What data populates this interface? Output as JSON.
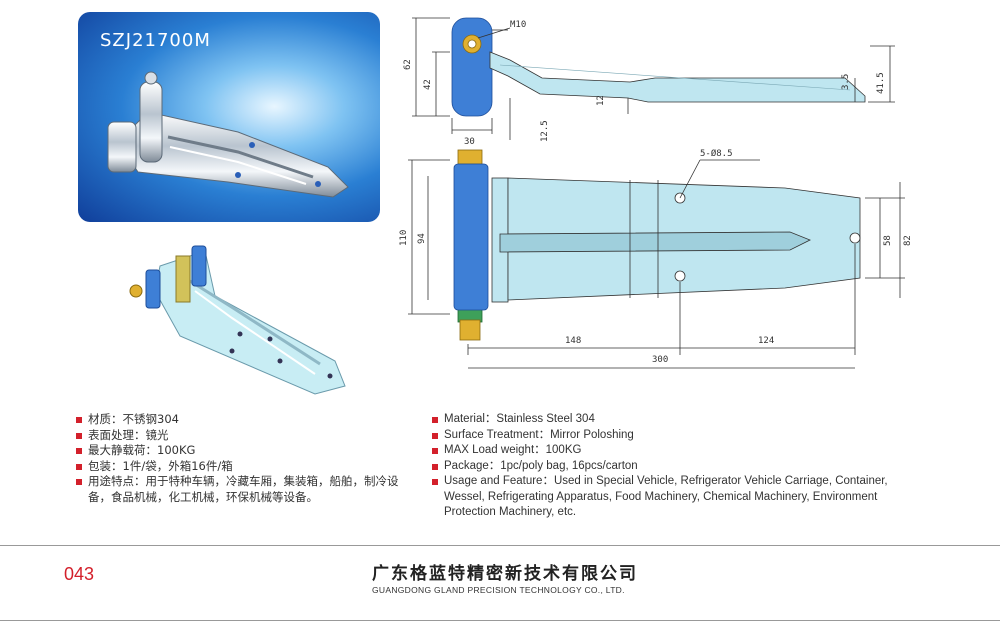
{
  "product": {
    "model": "SZJ21700M"
  },
  "drawing": {
    "side_view": {
      "thread_label": "M10",
      "dims": {
        "height_total": "62",
        "height_mid": "42",
        "width_knuckle": "30",
        "offset_a": "12.5",
        "offset_b": "12",
        "thickness": "3.5",
        "tip_height": "41.5"
      }
    },
    "top_view": {
      "hole_label": "5-Ø8.5",
      "dims": {
        "knuckle_len": "110",
        "leaf_width_outer": "94",
        "hole_pitch_v": "58",
        "tip_width": "82",
        "len_a": "148",
        "len_b": "124",
        "len_total": "300"
      }
    }
  },
  "specs_cn": [
    "材质：不锈钢304",
    "表面处理：镜光",
    "最大静载荷：100KG",
    "包装：1件/袋，外箱16件/箱",
    "用途特点：用于特种车辆，冷藏车厢，集装箱，船舶，制冷设备，食品机械，化工机械，环保机械等设备。"
  ],
  "specs_en": [
    "Material：Stainless Steel 304",
    "Surface Treatment：Mirror Poloshing",
    "MAX Load weight：100KG",
    "Package：1pc/poly bag,  16pcs/carton",
    "Usage and Feature：Used in Special Vehicle, Refrigerator Vehicle Carriage, Container, Wessel, Refrigerating Apparatus, Food Machinery, Chemical Machinery, Environment Protection Machinery, etc."
  ],
  "footer": {
    "page_number": "043",
    "company_cn": "广东格蓝特精密新技术有限公司",
    "company_en": "GUANGDONG GLAND PRECISION TECHNOLOGY CO., LTD."
  },
  "colors": {
    "accent": "#d3202b",
    "blueprint_fill": "#bfe6f0",
    "knuckle": "#3e7fd6"
  }
}
